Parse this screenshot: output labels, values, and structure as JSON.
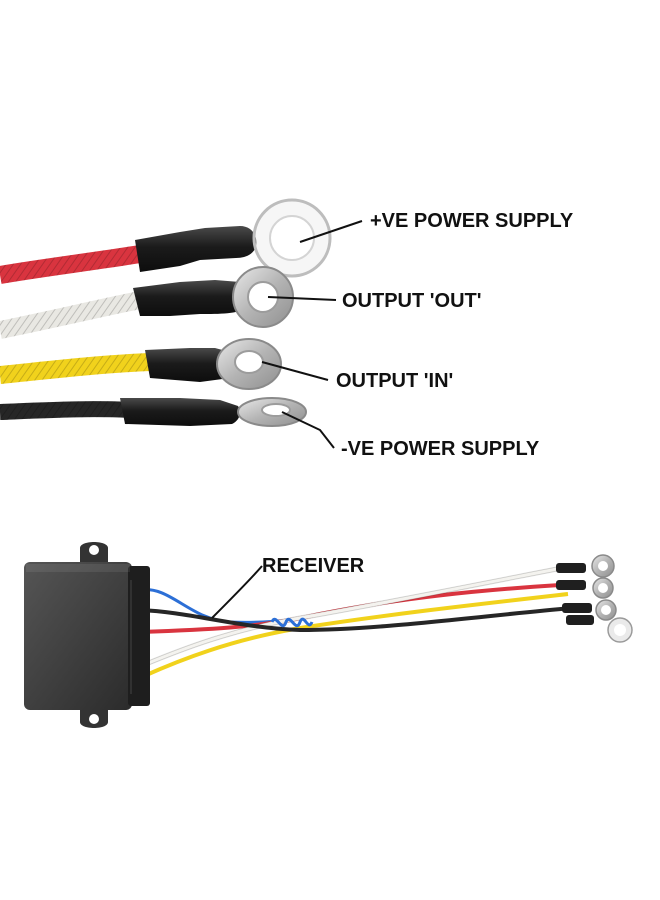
{
  "labels": {
    "pos_supply": "+VE POWER SUPPLY",
    "output_out": "OUTPUT 'OUT'",
    "output_in": "OUTPUT 'IN'",
    "neg_supply": "-VE POWER SUPPLY",
    "receiver": "RECEIVER"
  },
  "colors": {
    "wire_red": "#d9343f",
    "wire_white": "#ecebe6",
    "wire_yellow": "#f1d21c",
    "wire_black": "#262626",
    "wire_blue": "#2c6fd6",
    "heatshrink": "#1f1f1f",
    "terminal": "#c9c9c9",
    "receiver_body": "#3a3a3a"
  }
}
